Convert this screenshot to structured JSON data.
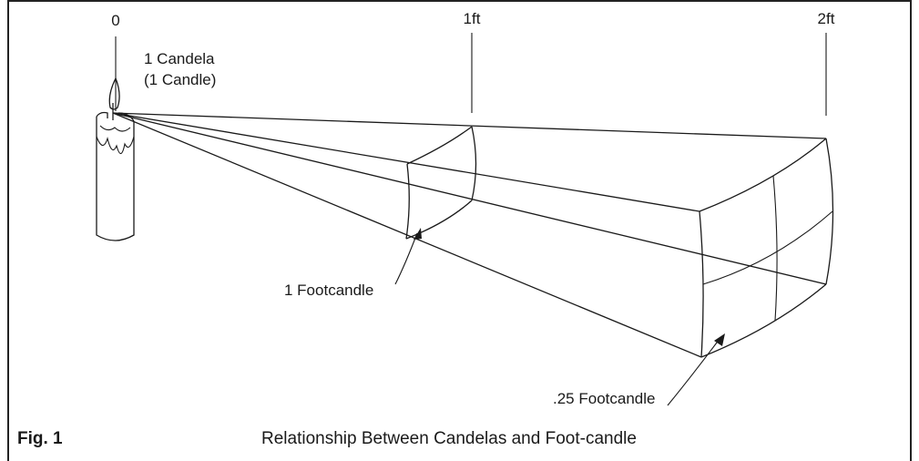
{
  "labels": {
    "origin_mark": "0",
    "one_ft_mark": "1ft",
    "two_ft_mark": "2ft",
    "source_line1": "1 Candela",
    "source_line2": "(1 Candle)",
    "near_surface": "1 Footcandle",
    "far_surface": ".25 Footcandle"
  },
  "caption": {
    "figure_number": "Fig. 1",
    "title": "Relationship Between Candelas and Foot-candle"
  }
}
